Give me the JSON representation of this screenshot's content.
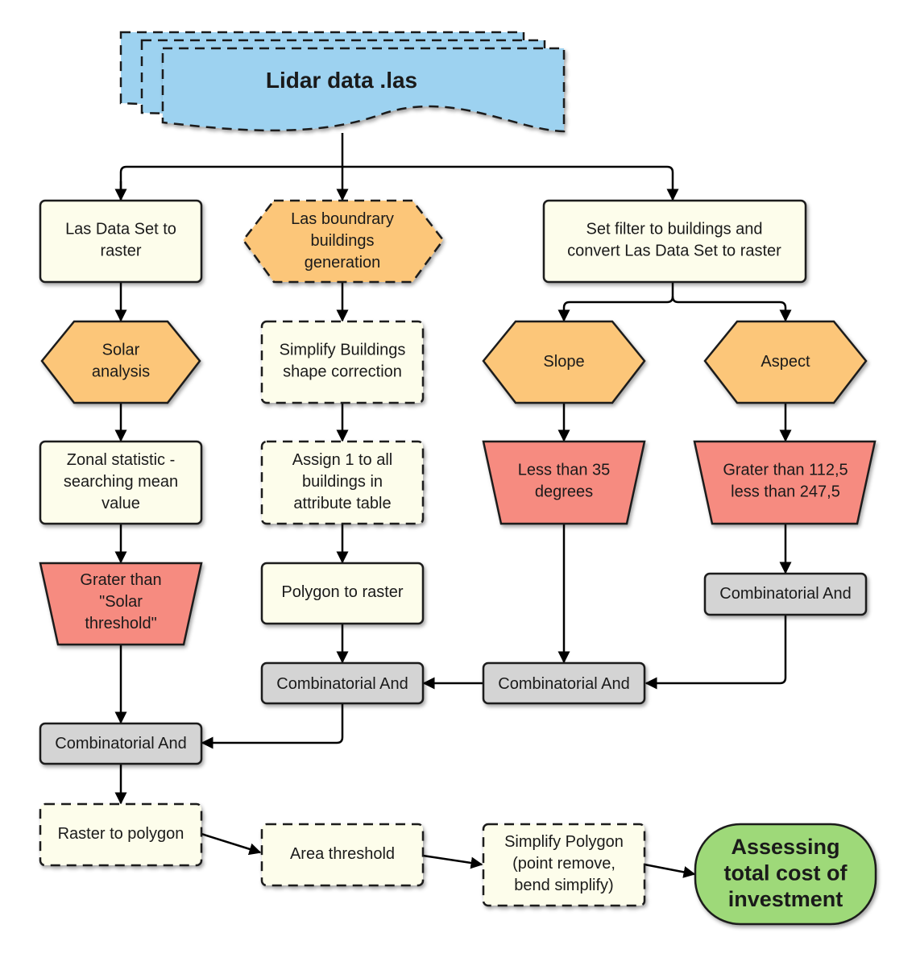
{
  "colors": {
    "data_blue": "#9dd2f0",
    "cream": "#fdfdeb",
    "orange": "#fcc679",
    "red": "#f68b80",
    "gray": "#d4d4d4",
    "green": "#9ed979",
    "stroke": "#1a1a1a"
  },
  "nodes": {
    "lidar": [
      "Lidar data .las"
    ],
    "las_to_raster": [
      "Las Data Set to",
      "raster"
    ],
    "las_boundary": [
      "Las boundrary",
      "buildings",
      "generation"
    ],
    "set_filter": [
      "Set filter to buildings and",
      "convert Las Data Set to raster"
    ],
    "solar": [
      "Solar",
      "analysis"
    ],
    "simplify_buildings": [
      "Simplify Buildings",
      "shape correction"
    ],
    "slope": [
      "Slope"
    ],
    "aspect": [
      "Aspect"
    ],
    "zonal": [
      "Zonal statistic -",
      "searching mean",
      "value"
    ],
    "assign": [
      "Assign 1 to all",
      "buildings in",
      "attribute table"
    ],
    "less35": [
      "Less than 35",
      "degrees"
    ],
    "grater112": [
      "Grater than 112,5",
      "less than 247,5"
    ],
    "grater_solar": [
      "Grater than",
      "\"Solar",
      "threshold\""
    ],
    "poly_to_raster": [
      "Polygon to raster"
    ],
    "comb_aspect": [
      "Combinatorial And"
    ],
    "comb_mid": [
      "Combinatorial And"
    ],
    "comb_slope": [
      "Combinatorial And"
    ],
    "comb_left": [
      "Combinatorial And"
    ],
    "raster_to_poly": [
      "Raster to polygon"
    ],
    "area_threshold": [
      "Area threshold"
    ],
    "simplify_poly": [
      "Simplify Polygon",
      "(point remove,",
      "bend simplify)"
    ],
    "assessing": [
      "Assessing",
      "total cost of",
      "investment"
    ]
  }
}
